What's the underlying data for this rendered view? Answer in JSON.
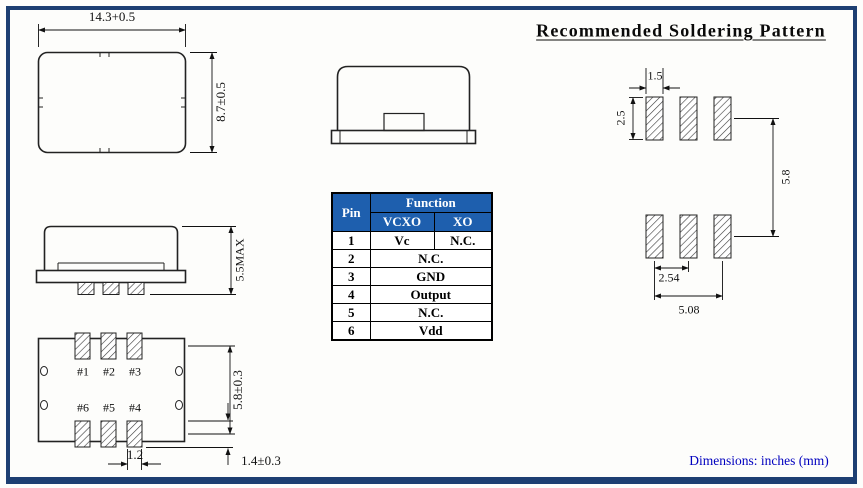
{
  "header": {
    "soldering_title": "Recommended Soldering Pattern"
  },
  "footer": {
    "note": "Dimensions: inches (mm)"
  },
  "package_views": {
    "top_view": {
      "width_dim": "14.3+0.5",
      "height_dim": "8.7±0.5"
    },
    "side_view": {
      "height_dim": "5.5MAX"
    },
    "bottom_view": {
      "row_spacing_dim": "5.8±0.3",
      "pad_width_dim": "1.2",
      "pad_length_dim": "1.4±0.3",
      "pad_labels_row1": [
        "#1",
        "#2",
        "#3"
      ],
      "pad_labels_row2": [
        "#6",
        "#5",
        "#4"
      ]
    }
  },
  "soldering_pattern": {
    "pad_width_dim": "1.5",
    "pad_height_dim": "2.5",
    "row_spacing_dim": "5.8",
    "pad_pitch_dim": "2.54",
    "pad_span_dim": "5.08"
  },
  "pin_table": {
    "header_pin": "Pin",
    "header_function": "Function",
    "header_vcxo": "VCXO",
    "header_xo": "XO",
    "rows": [
      {
        "pin": "1",
        "vcxo": "Vc",
        "xo": "N.C."
      },
      {
        "pin": "2",
        "value": "N.C."
      },
      {
        "pin": "3",
        "value": "GND"
      },
      {
        "pin": "4",
        "value": "Output"
      },
      {
        "pin": "5",
        "value": "N.C."
      },
      {
        "pin": "6",
        "value": "Vdd"
      }
    ]
  },
  "colors": {
    "frame_border": "#1d3f72",
    "table_header_bg": "#1e5fae",
    "table_header_text": "#ffffff",
    "footer_text": "#0000bf",
    "line_color": "#1a1a1a"
  }
}
